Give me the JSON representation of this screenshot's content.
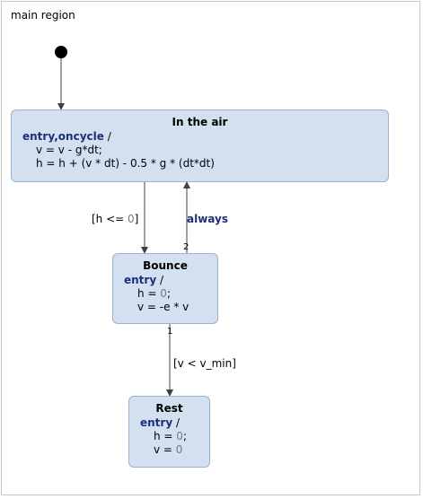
{
  "region": {
    "title": "main region"
  },
  "states": {
    "in_the_air": {
      "name": "In the air",
      "trigger_kw1": "entry",
      "trigger_sep": ",",
      "trigger_kw2": "oncycle",
      "trigger_slash": " /",
      "line1": "v = v - g*dt;",
      "line2": "h = h + (v * dt) - 0.5 * g * (dt*dt)"
    },
    "bounce": {
      "name": "Bounce",
      "trigger_kw": "entry",
      "trigger_slash": " /",
      "line1_pre": "h = ",
      "line1_num": "0",
      "line1_post": ";",
      "line2": "v = -e * v"
    },
    "rest": {
      "name": "Rest",
      "trigger_kw": "entry",
      "trigger_slash": " /",
      "line1_pre": "h = ",
      "line1_num": "0",
      "line1_post": ";",
      "line2_pre": "v = ",
      "line2_num": "0"
    }
  },
  "transitions": {
    "air_to_bounce": {
      "guard_pre": "[h <= ",
      "guard_num": "0",
      "guard_post": "]"
    },
    "bounce_to_air": {
      "label": "always",
      "priority": "2"
    },
    "bounce_to_rest": {
      "label": "[v < v_min]",
      "priority": "1"
    }
  }
}
